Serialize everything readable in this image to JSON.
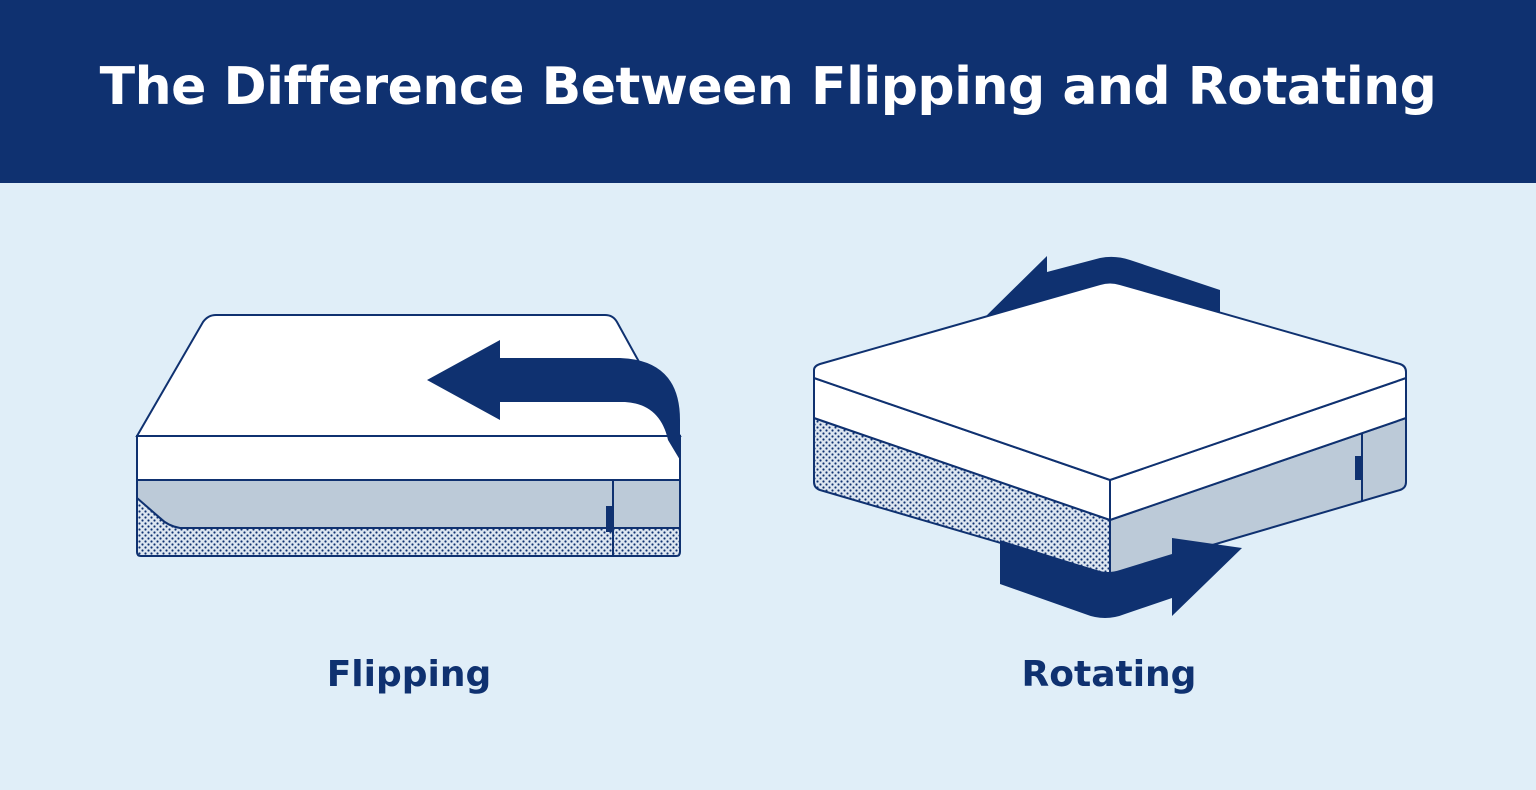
{
  "header": {
    "title": "The Difference Between Flipping and Rotating"
  },
  "panels": [
    {
      "label": "Flipping",
      "illustration": "mattress-flip-illustration"
    },
    {
      "label": "Rotating",
      "illustration": "mattress-rotate-illustration"
    }
  ],
  "colors": {
    "navy": "#0f3170",
    "background": "#e0eef8",
    "mattress_top": "#ffffff",
    "mattress_side": "#bccad8",
    "pattern_dots": "#0f3170"
  }
}
